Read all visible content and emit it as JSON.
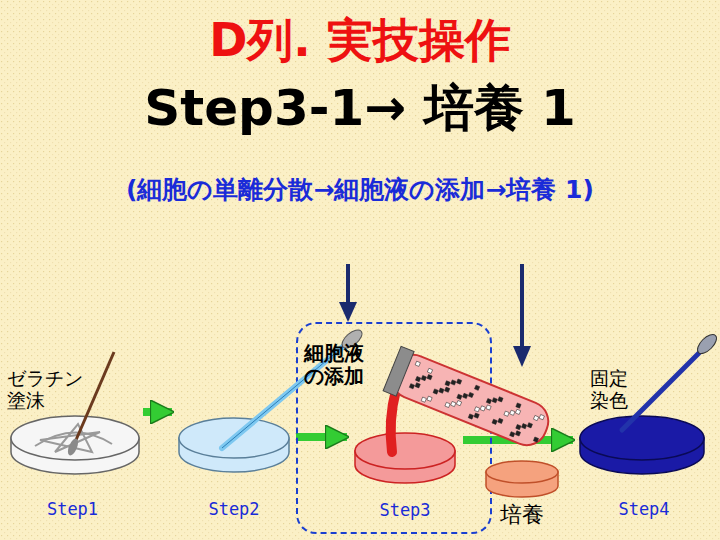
{
  "diagram": {
    "title": "D列. 実技操作",
    "nodes": [
      {
        "text": [
          "ゼラチン 塗沫",
          "Step1"
        ]
      },
      {
        "text": [
          "Step2"
        ]
      },
      {
        "text": [
          "細胞液 の添加"
        ]
      },
      {
        "text": [
          "Step3"
        ],
        "in": 2
      },
      {
        "text": [
          "培養"
        ]
      },
      {
        "text": [
          "固定 染色",
          "Step4"
        ]
      }
    ],
    "edges": [
      {
        "from": 0,
        "to": 1,
        "arrow": "to"
      },
      {
        "from": 1,
        "to": 3,
        "arrow": "to"
      },
      {
        "from": 3,
        "to": 5,
        "arrow": "to"
      }
    ],
    "labels": [
      "Step3-1→ 培養 1",
      "(細胞の単離分散→細胞液の添加→培養 1)"
    ]
  }
}
